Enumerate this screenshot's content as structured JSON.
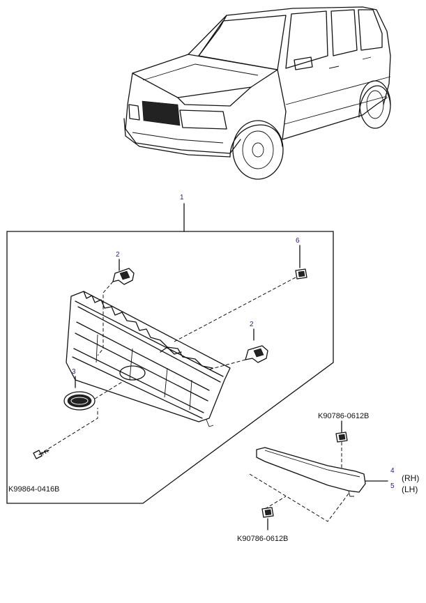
{
  "callouts": {
    "c1": "1",
    "c2a": "2",
    "c2b": "2",
    "c3": "3",
    "c4": "4",
    "c5": "5",
    "c6": "6"
  },
  "part_numbers": {
    "screw": "K99864-0416B",
    "clip_upper": "K90786-0612B",
    "clip_lower": "K90786-0612B"
  },
  "side_labels": {
    "rh": "(RH)",
    "lh": "(LH)"
  },
  "icons": {
    "vehicle": "suv-vehicle-icon",
    "grille": "radiator-grille-icon",
    "emblem": "kia-emblem-icon",
    "bracket": "grille-bracket-icon",
    "clip": "retainer-clip-icon",
    "screw": "screw-icon",
    "molding": "bumper-molding-icon"
  }
}
